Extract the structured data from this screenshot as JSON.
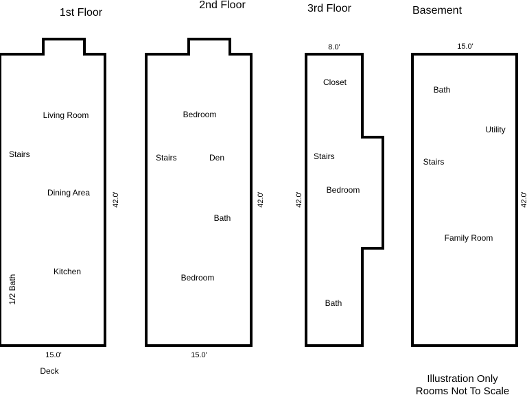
{
  "floors": [
    {
      "title": "1st Floor",
      "width_label": "15.0'",
      "depth_label": "42.0'",
      "outside_label": "Deck",
      "rooms": [
        "Living Room",
        "Stairs",
        "Dining Area",
        "Kitchen",
        "1/2 Bath"
      ]
    },
    {
      "title": "2nd Floor",
      "width_label": "15.0'",
      "depth_label": "42.0'",
      "rooms": [
        "Bedroom",
        "Stairs",
        "Den",
        "Bath",
        "Bedroom"
      ]
    },
    {
      "title": "3rd Floor",
      "width_label": "8.0'",
      "depth_label": "42.0'",
      "rooms": [
        "Closet",
        "Stairs",
        "Bedroom",
        "Bath"
      ]
    },
    {
      "title": "Basement",
      "width_label": "15.0'",
      "depth_label": "42.0'",
      "rooms": [
        "Bath",
        "Utility",
        "Stairs",
        "Family Room"
      ]
    }
  ],
  "disclaimer": {
    "line1": "Illustration Only",
    "line2": "Rooms Not To Scale"
  }
}
